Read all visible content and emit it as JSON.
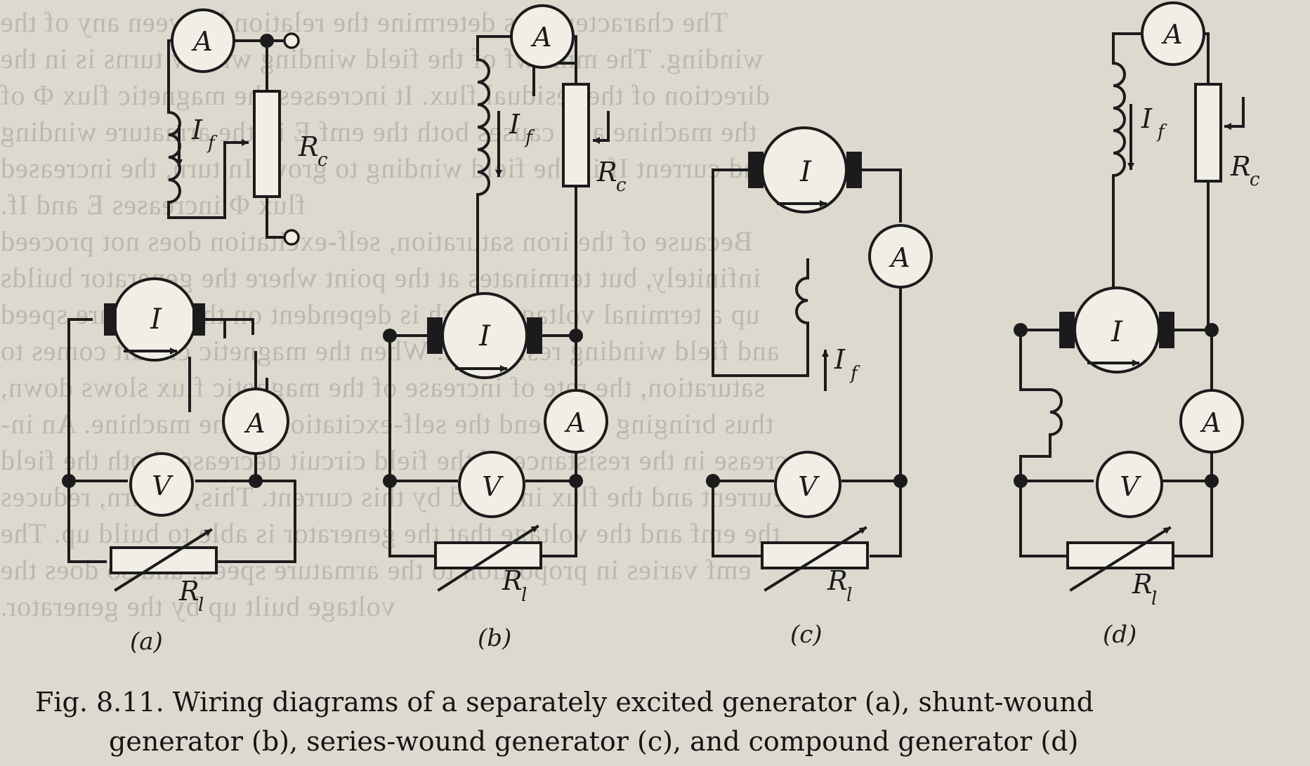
{
  "background_text": [
    "The characteristics determine the relation between any of the",
    "winding. The mmf wf of the field winding with w turns is in the",
    "direction of the residual flux. It increases the magnetic flux Φ of",
    "the machine and causes both the emf E in the armature winding",
    "and current If in the field winding to grow. In turn, the increased",
    "flux Φ increases E and If.",
    "Because of the iron saturation, self-excitation does not proceed",
    "infinitely, but terminates at the point where the generator builds",
    "up a terminal voltage which is dependent on the armature speed",
    "and field winding resistance. When the magnetic circuit comes to",
    "saturation, the rate of increase of the magnetic flux slows down,",
    "thus bringing to an end the self-excitation of the machine. An in-",
    "crease in the resistance of the field circuit decreases both the field",
    "current and the flux induced by this current. This, in turn, reduces",
    "the emf and the voltage that the generator is able to build up. The",
    "emf varies in proportion to the armature speed, and so does the",
    "voltage built up by the generator."
  ],
  "diagrams": {
    "a": {
      "label": "(a)",
      "ammeter_top": "A",
      "field_current": "I",
      "field_current_sub": "f",
      "field_resistor": "R",
      "field_resistor_sub": "c",
      "armature": "I",
      "ammeter": "A",
      "voltmeter": "V",
      "load": "R",
      "load_sub": "l"
    },
    "b": {
      "label": "(b)",
      "ammeter_top": "A",
      "field_current": "I",
      "field_current_sub": "f",
      "field_resistor": "R",
      "field_resistor_sub": "c",
      "armature": "I",
      "ammeter": "A",
      "voltmeter": "V",
      "load": "R",
      "load_sub": "l"
    },
    "c": {
      "label": "(c)",
      "armature": "I",
      "ammeter": "A",
      "field_current": "I",
      "field_current_sub": "f",
      "voltmeter": "V",
      "load": "R",
      "load_sub": "l"
    },
    "d": {
      "label": "(d)",
      "ammeter_top": "A",
      "field_current": "I",
      "field_current_sub": "f",
      "field_resistor": "R",
      "field_resistor_sub": "c",
      "armature": "I",
      "ammeter": "A",
      "voltmeter": "V",
      "load": "R",
      "load_sub": "l"
    }
  },
  "caption": {
    "line1": "Fig. 8.11. Wiring diagrams of a separately excited generator (a), shunt-wound",
    "line2": "generator (b), series-wound generator (c), and compound generator (d)"
  }
}
